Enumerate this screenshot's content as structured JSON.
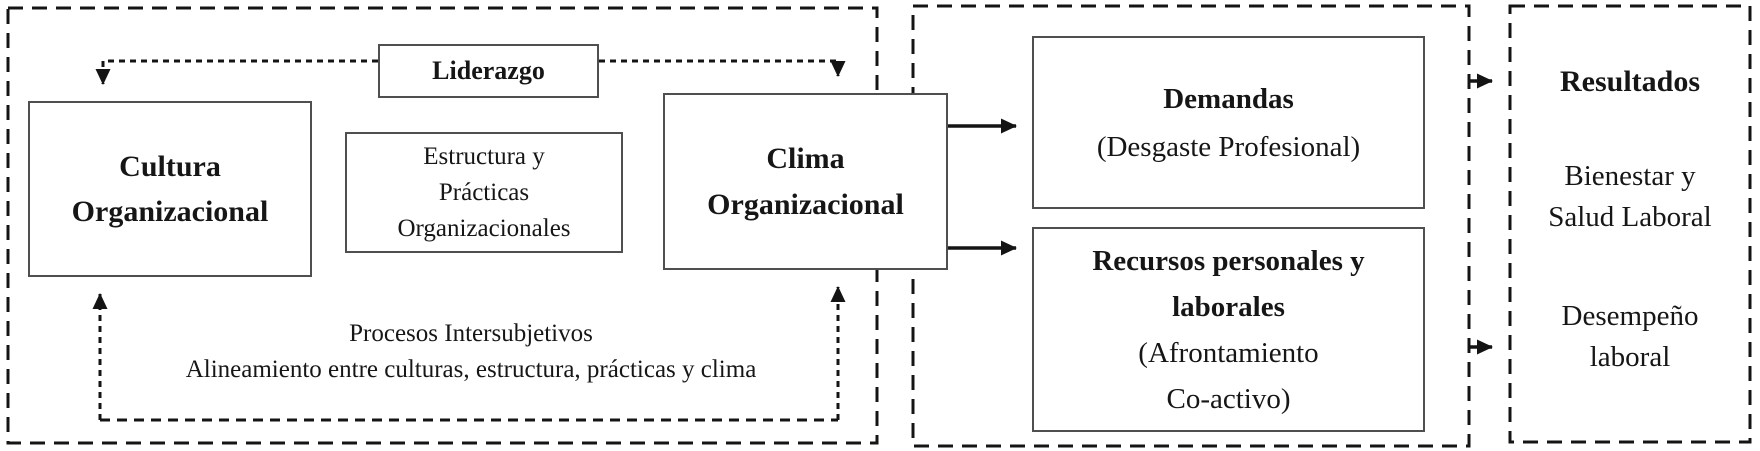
{
  "diagram": {
    "background": "#ffffff",
    "box_border_color": "#4f4f4f",
    "dash_line_color": "#141414",
    "text_color": "#161616"
  },
  "culture_system": {
    "cultura": {
      "line1": "Cultura",
      "line2": "Organizacional"
    },
    "liderazgo": {
      "label": "Liderazgo"
    },
    "estructura": {
      "line1": "Estructura y",
      "line2": "Prácticas",
      "line3": "Organizacionales"
    },
    "clima": {
      "line1": "Clima",
      "line2": "Organizacional"
    },
    "procesos": {
      "line1": "Procesos Intersubjetivos",
      "line2": "Alineamiento entre culturas, estructura, prácticas y clima"
    }
  },
  "demands_resources": {
    "demandas": {
      "title": "Demandas",
      "subtitle": "(Desgaste Profesional)"
    },
    "recursos": {
      "title_line1": "Recursos personales y",
      "title_line2": "laborales",
      "subtitle_line1": "(Afrontamiento",
      "subtitle_line2": "Co-activo)"
    }
  },
  "resultados": {
    "title": "Resultados",
    "item1_line1": "Bienestar y",
    "item1_line2": "Salud Laboral",
    "item2_line1": "Desempeño",
    "item2_line2": "laboral"
  }
}
